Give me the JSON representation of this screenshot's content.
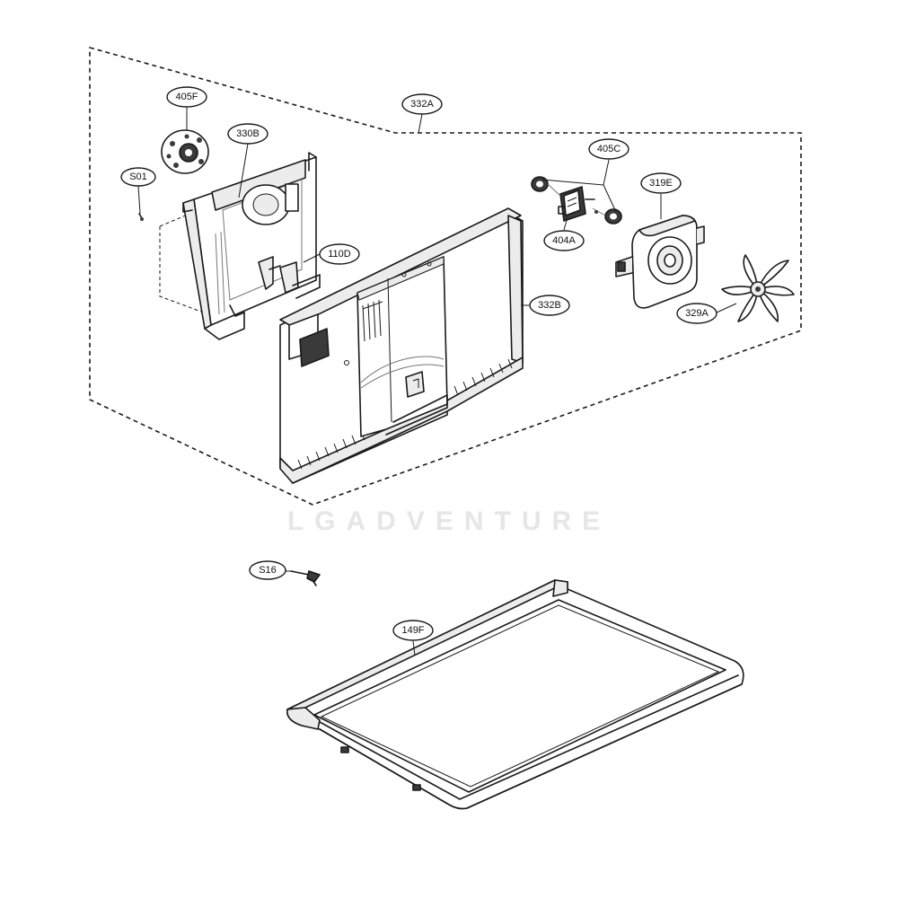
{
  "diagram": {
    "callouts": [
      {
        "id": "405F",
        "label": "405F"
      },
      {
        "id": "332A",
        "label": "332A"
      },
      {
        "id": "330B",
        "label": "330B"
      },
      {
        "id": "S01",
        "label": "S01"
      },
      {
        "id": "405C",
        "label": "405C"
      },
      {
        "id": "319E",
        "label": "319E"
      },
      {
        "id": "110D",
        "label": "110D"
      },
      {
        "id": "404A",
        "label": "404A"
      },
      {
        "id": "332B",
        "label": "332B"
      },
      {
        "id": "329A",
        "label": "329A"
      },
      {
        "id": "S16",
        "label": "S16"
      },
      {
        "id": "149F",
        "label": "149F"
      }
    ],
    "watermark": "LGADVENTURE"
  }
}
